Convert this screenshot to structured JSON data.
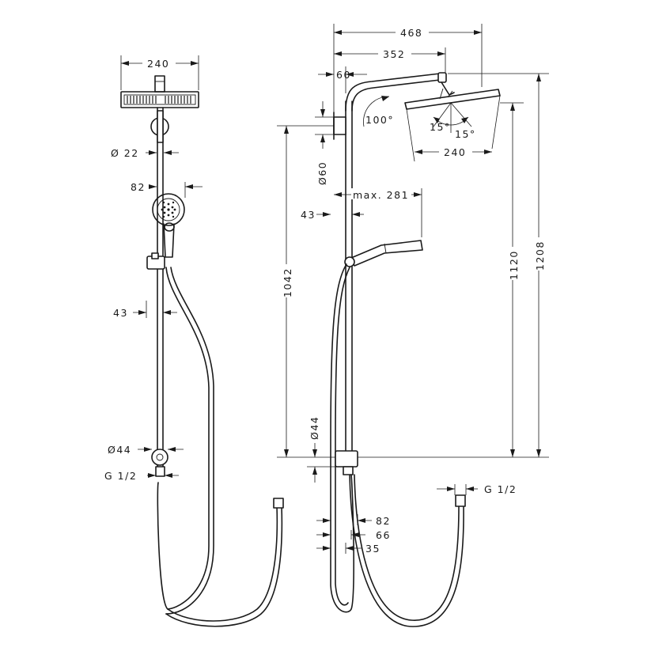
{
  "left_view": {
    "width_top": "240",
    "diameter_rail": "Ø 22",
    "handshower_depth": "82",
    "offset": "43",
    "diameter_bottom": "Ø44",
    "thread": "G 1/2"
  },
  "right_view": {
    "overall_projection": "468",
    "arm_length": "352",
    "wall_offset": "60",
    "diameter_wall": "Ø60",
    "angle_arm": "100°",
    "angle_left": "15°",
    "angle_right": "15°",
    "head_width": "240",
    "hand_max": "max. 281",
    "offset": "43",
    "height_1042": "1042",
    "height_1120": "1120",
    "height_1208": "1208",
    "diameter_bottom": "Ø44",
    "dim_82": "82",
    "dim_66": "66",
    "dim_35": "35",
    "thread": "G 1/2"
  }
}
